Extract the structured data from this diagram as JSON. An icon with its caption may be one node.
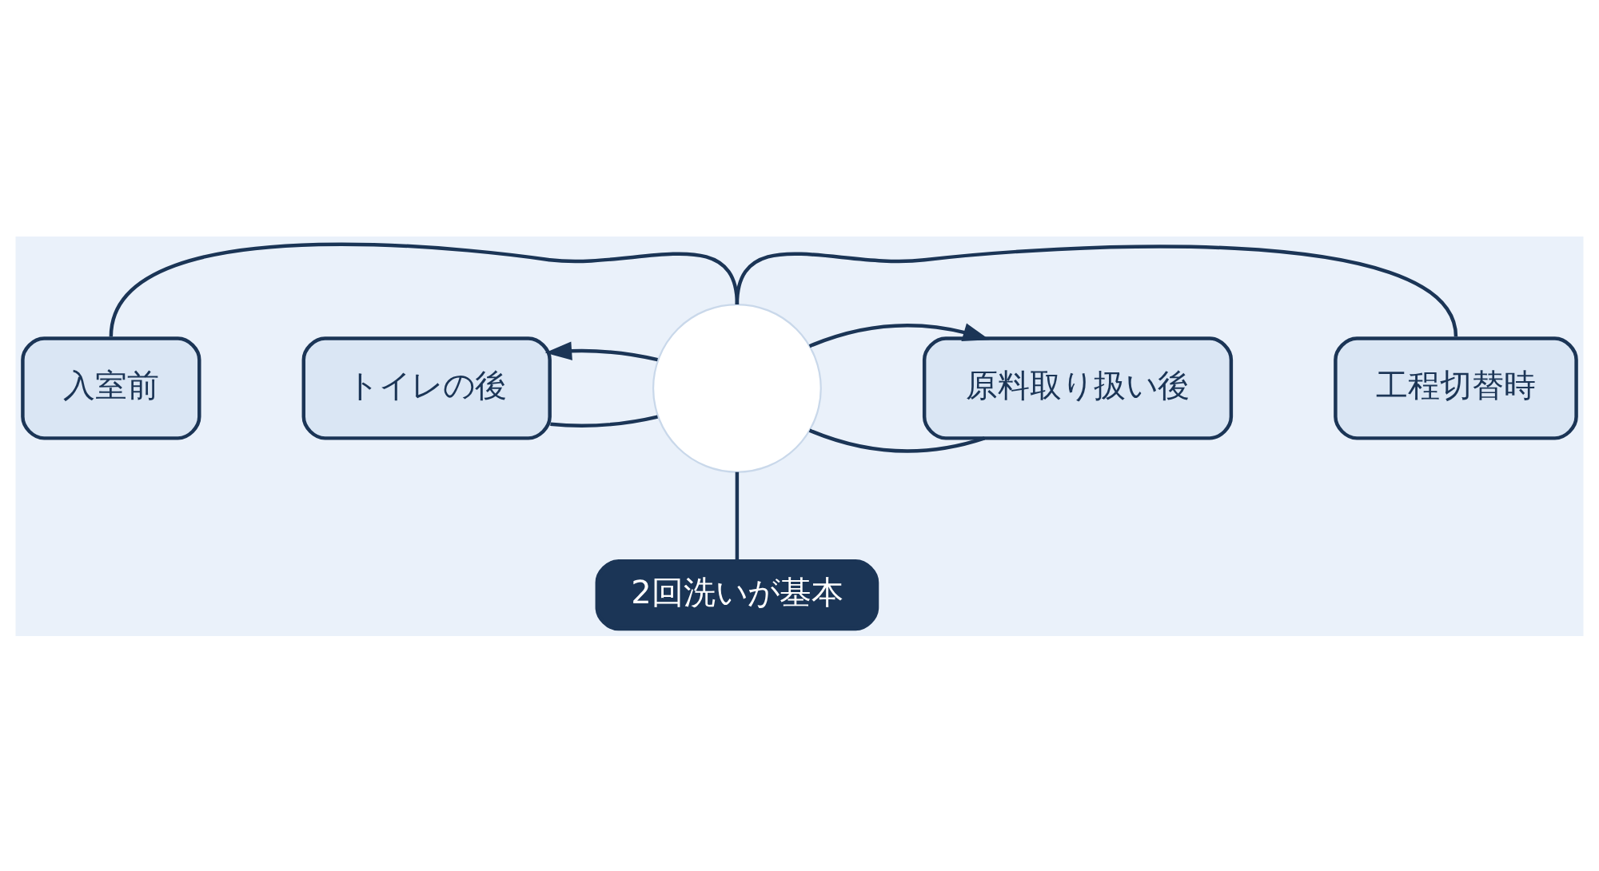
{
  "diagram": {
    "nodes": [
      {
        "text": [
          "入室前"
        ]
      },
      {
        "text": [
          "トイレの後"
        ]
      },
      {
        "text": [],
        "shape": "circle"
      },
      {
        "text": [
          "原料取り扱い後"
        ]
      },
      {
        "text": [
          "工程切替時"
        ]
      },
      {
        "text": [
          "2回洗いが基本"
        ]
      }
    ],
    "edges": [
      {
        "from": 0,
        "to": 2,
        "arrow": "none"
      },
      {
        "from": 1,
        "to": 2,
        "arrow": "none"
      },
      {
        "from": 2,
        "to": 3,
        "arrow": "none"
      },
      {
        "from": 2,
        "to": 4,
        "arrow": "none"
      },
      {
        "from": 2,
        "to": 1,
        "arrow": "to"
      },
      {
        "from": 2,
        "to": 3,
        "arrow": "to"
      },
      {
        "from": 2,
        "to": 5,
        "arrow": "none"
      }
    ]
  }
}
